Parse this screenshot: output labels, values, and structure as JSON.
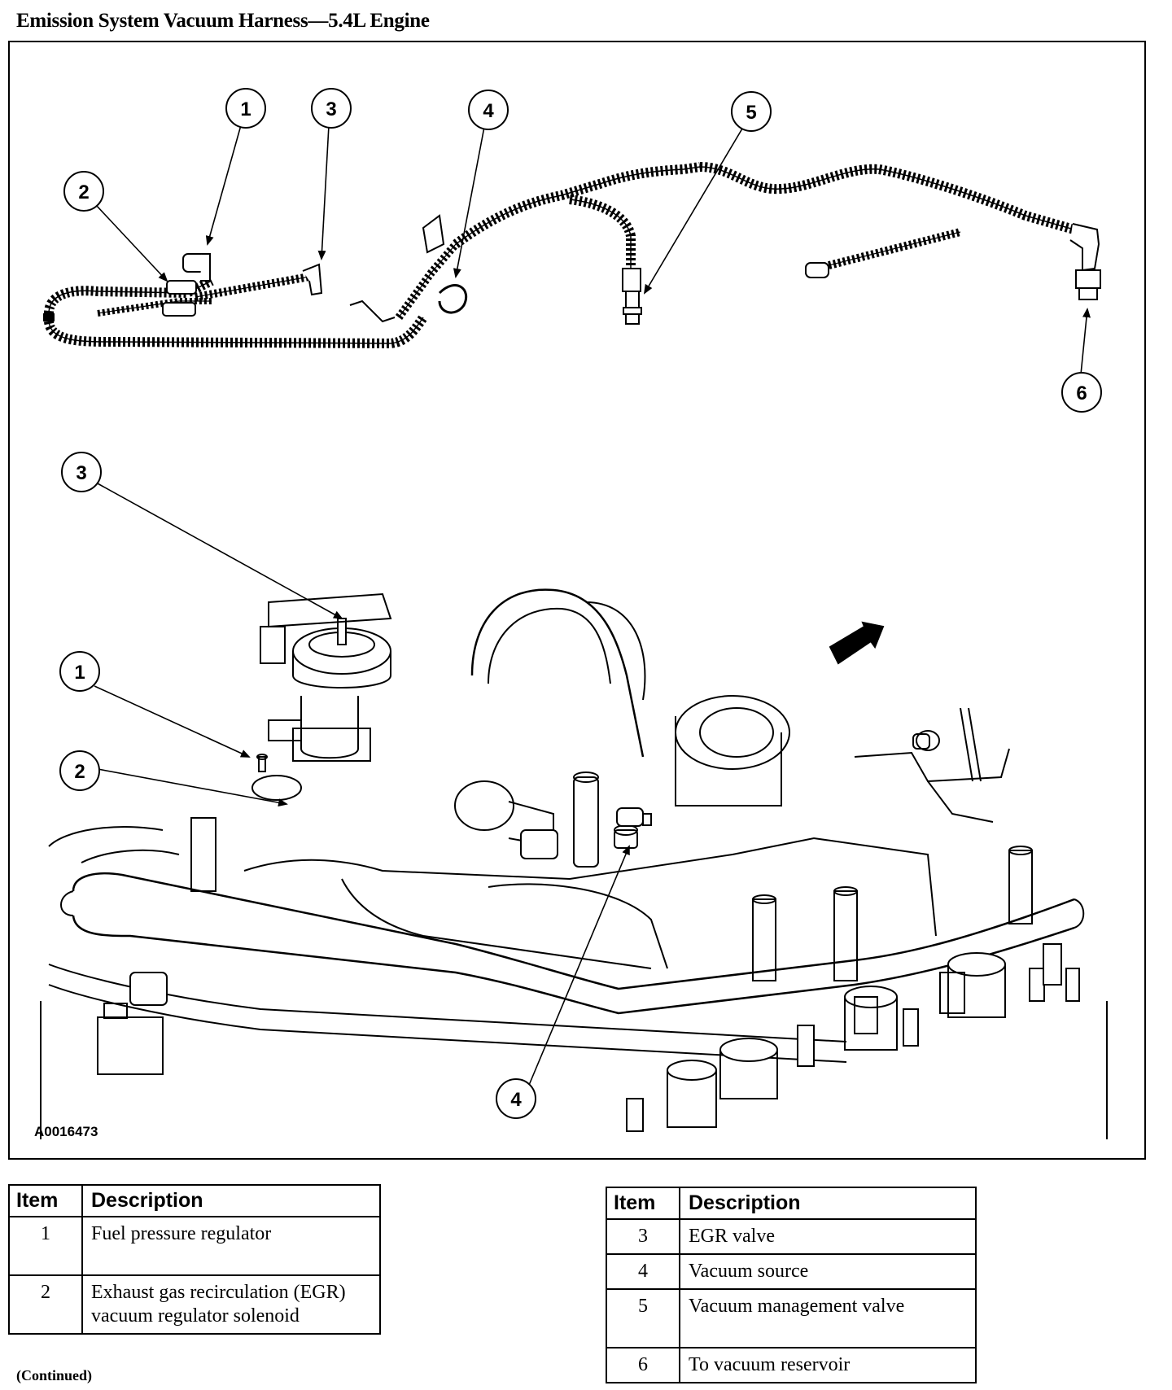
{
  "title": "Emission System Vacuum Harness—5.4L Engine",
  "figure_id": "A0016473",
  "callouts": {
    "top": [
      "1",
      "2",
      "3",
      "4",
      "5",
      "6"
    ],
    "bottom": [
      "3",
      "1",
      "2",
      "4"
    ]
  },
  "legend_header": {
    "item": "Item",
    "description": "Description"
  },
  "legend_left": [
    {
      "item": "1",
      "description": "Fuel pressure regulator"
    },
    {
      "item": "2",
      "description": "Exhaust gas recirculation (EGR) vacuum regulator solenoid"
    }
  ],
  "legend_right": [
    {
      "item": "3",
      "description": "EGR valve"
    },
    {
      "item": "4",
      "description": "Vacuum source"
    },
    {
      "item": "5",
      "description": "Vacuum management valve"
    },
    {
      "item": "6",
      "description": "To vacuum reservoir"
    }
  ],
  "continued_note": "(Continued)"
}
